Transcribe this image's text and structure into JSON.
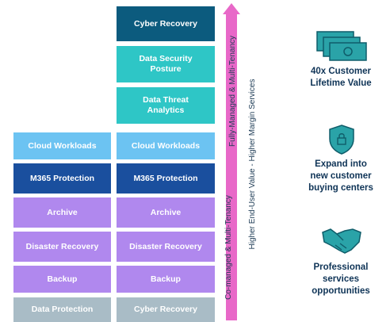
{
  "column_left": {
    "blocks": [
      "Cloud Workloads",
      "M365 Protection",
      "Archive",
      "Disaster Recovery",
      "Backup",
      "Data Protection"
    ]
  },
  "column_right": {
    "blocks": [
      "Cyber Recovery",
      "Data Security\nPosture",
      "Data Threat\nAnalytics",
      "Cloud Workloads",
      "M365 Protection",
      "Archive",
      "Disaster Recovery",
      "Backup",
      "Cyber Recovery"
    ]
  },
  "arrow_labels": {
    "lower": "Co-managed & Multi-Tenancy",
    "upper": "Fully-Managed & Multi-Tenancy",
    "side": "Higher End-User Value - Higher Margin Services"
  },
  "benefits": [
    {
      "icon": "money-icon",
      "text": "40x Customer\nLifetime Value"
    },
    {
      "icon": "shield-lock-icon",
      "text": "Expand into\nnew customer\nbuying centers"
    },
    {
      "icon": "handshake-icon",
      "text": "Professional\nservices\nopportunities"
    }
  ],
  "colors": {
    "navy": "#0c5b7e",
    "teal": "#2ec6c6",
    "sky": "#6cc3f2",
    "blue": "#1a4f9e",
    "lavender": "#b088ee",
    "gray": "#a9bcc6",
    "arrow": "#e868c8",
    "icon_teal": "#2aa3a8",
    "text_dark": "#0f3457"
  }
}
